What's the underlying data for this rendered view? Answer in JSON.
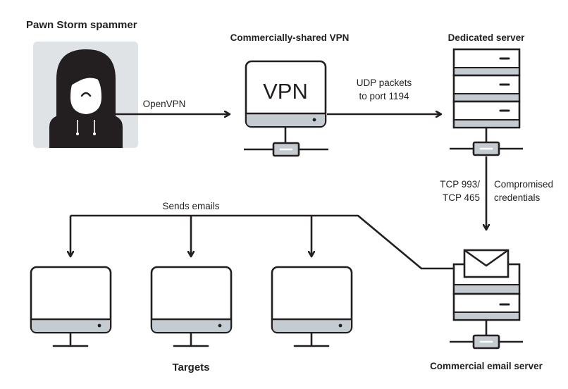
{
  "nodes": {
    "spammer": {
      "label": "Pawn Storm spammer"
    },
    "vpn": {
      "label": "Commercially-shared VPN",
      "screen_text": "VPN"
    },
    "dedicated_server": {
      "label": "Dedicated server"
    },
    "email_server": {
      "label": "Commercial email server"
    },
    "targets": {
      "label": "Targets"
    }
  },
  "edges": {
    "openvpn": {
      "label": "OpenVPN"
    },
    "udp": {
      "line1": "UDP packets",
      "line2": "to port 1194"
    },
    "tcp": {
      "line1": "TCP 993/",
      "line2": "TCP 465"
    },
    "credentials": {
      "line1": "Compromised",
      "line2": "credentials"
    },
    "sends_emails": {
      "label": "Sends emails"
    }
  },
  "colors": {
    "stroke": "#231f20",
    "panel_bg": "#dfe3e5",
    "fill_gray": "#c5ccd1"
  }
}
